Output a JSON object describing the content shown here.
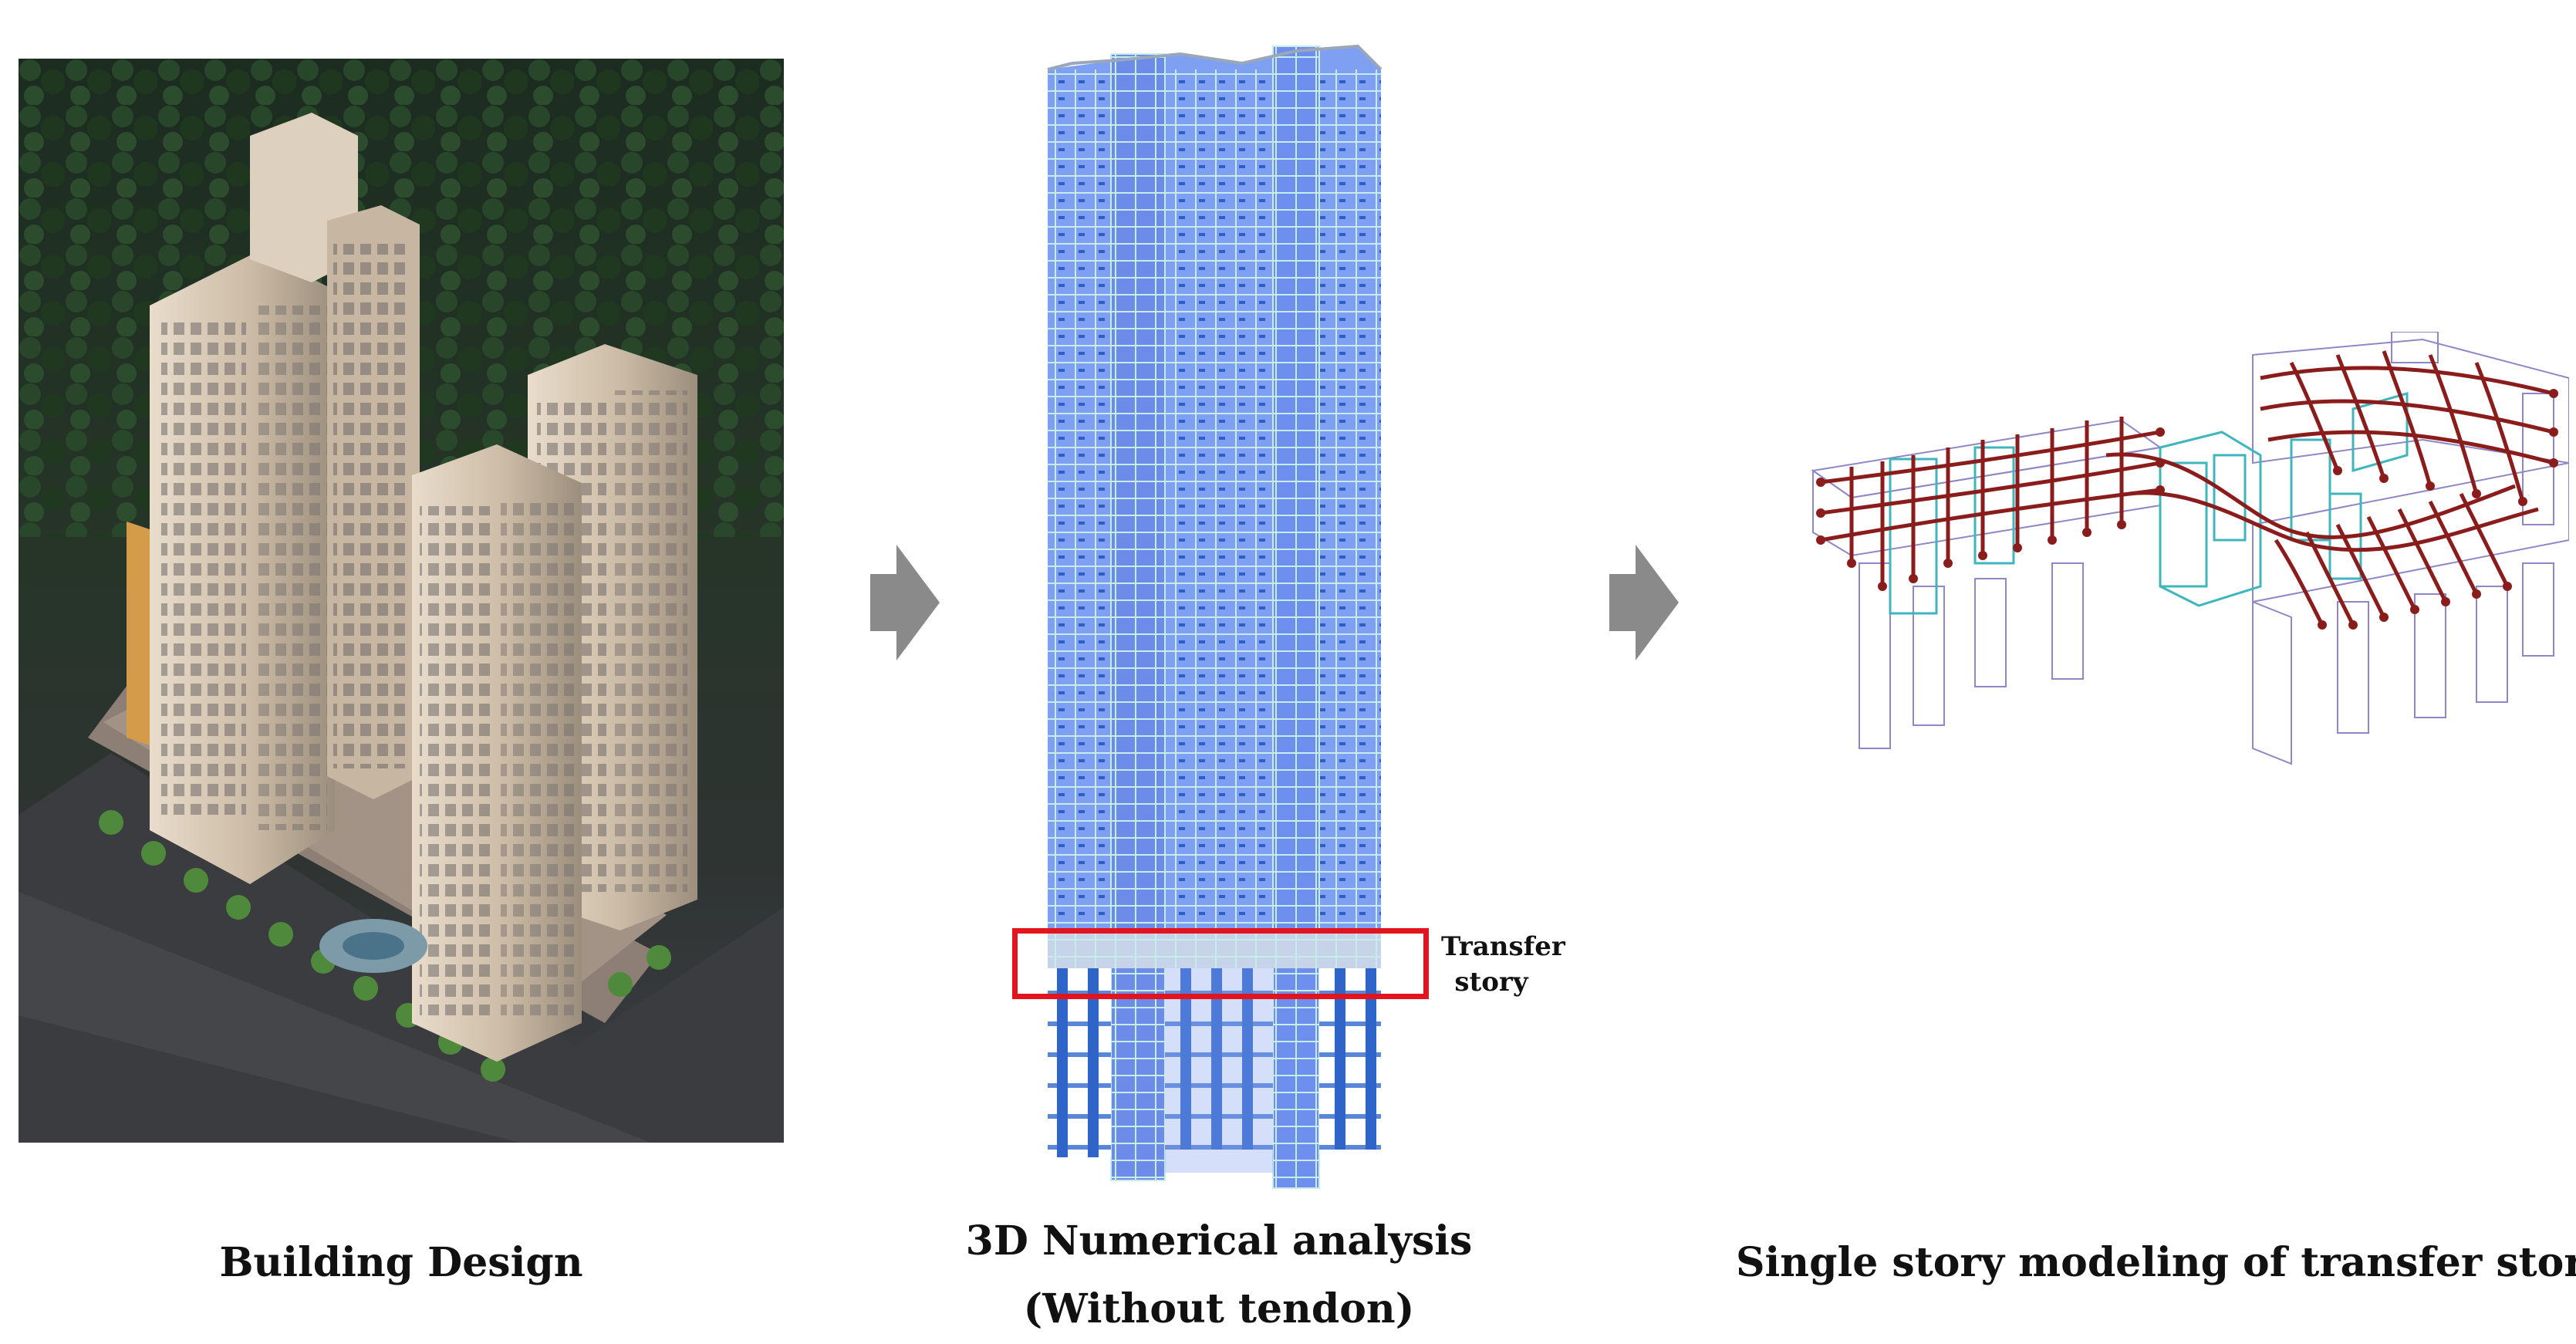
{
  "panels": [
    {
      "id": "building-design",
      "caption": "Building Design"
    },
    {
      "id": "numerical-analysis",
      "caption_line1": "3D Numerical analysis",
      "caption_line2": "(Without tendon)",
      "callout_line1": "Transfer",
      "callout_line2": "story"
    },
    {
      "id": "single-story",
      "caption": "Single story modeling of transfer story"
    }
  ],
  "arrows": [
    {
      "icon": "right-arrow-icon"
    },
    {
      "icon": "right-arrow-icon"
    }
  ],
  "colors": {
    "arrow": "#8a8a8a",
    "tower_blue": "#7f9ff3",
    "tower_dark_blue": "#2f64c8",
    "callout_box": "#e3141d",
    "tendon": "#8b1c1c",
    "frame_line": "#8f87c7",
    "wall_line": "#3fb6bd"
  }
}
